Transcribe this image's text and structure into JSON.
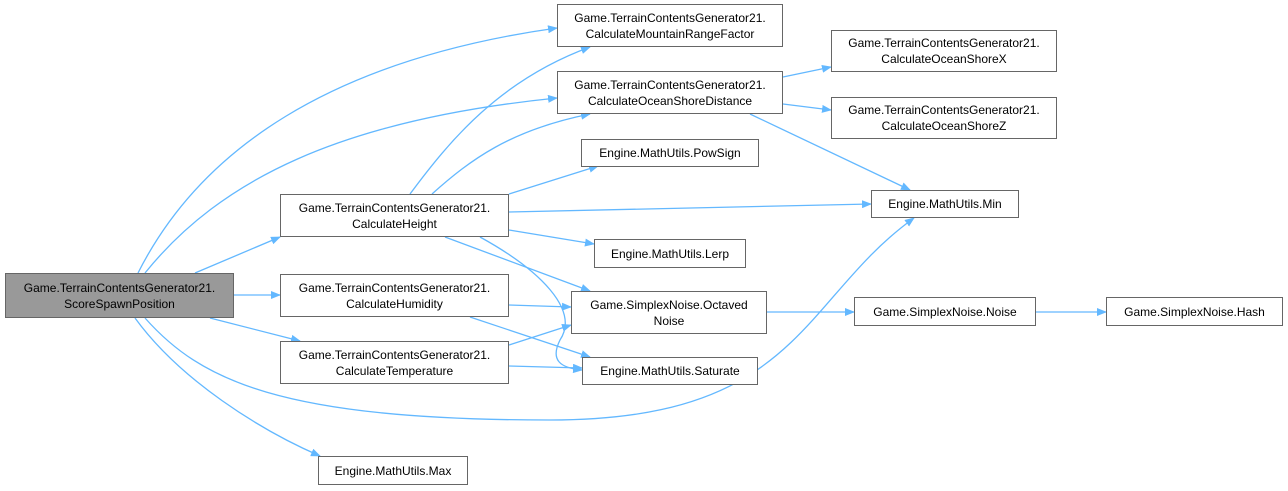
{
  "colors": {
    "edge": "#63b8ff",
    "root_fill": "#999999",
    "node_border": "#666666"
  },
  "nodes": {
    "root": {
      "line1": "Game.TerrainContentsGenerator21.",
      "line2": "ScoreSpawnPosition"
    },
    "height": {
      "line1": "Game.TerrainContentsGenerator21.",
      "line2": "CalculateHeight"
    },
    "humid": {
      "line1": "Game.TerrainContentsGenerator21.",
      "line2": "CalculateHumidity"
    },
    "temp": {
      "line1": "Game.TerrainContentsGenerator21.",
      "line2": "CalculateTemperature"
    },
    "max": {
      "line1": "Engine.MathUtils.Max"
    },
    "mount": {
      "line1": "Game.TerrainContentsGenerator21.",
      "line2": "CalculateMountainRangeFactor"
    },
    "ocean": {
      "line1": "Game.TerrainContentsGenerator21.",
      "line2": "CalculateOceanShoreDistance"
    },
    "pow": {
      "line1": "Engine.MathUtils.PowSign"
    },
    "lerp": {
      "line1": "Engine.MathUtils.Lerp"
    },
    "oct": {
      "line1": "Game.SimplexNoise.Octaved",
      "line2": "Noise"
    },
    "sat": {
      "line1": "Engine.MathUtils.Saturate"
    },
    "oceanx": {
      "line1": "Game.TerrainContentsGenerator21.",
      "line2": "CalculateOceanShoreX"
    },
    "oceanz": {
      "line1": "Game.TerrainContentsGenerator21.",
      "line2": "CalculateOceanShoreZ"
    },
    "min": {
      "line1": "Engine.MathUtils.Min"
    },
    "noise": {
      "line1": "Game.SimplexNoise.Noise"
    },
    "hash": {
      "line1": "Game.SimplexNoise.Hash"
    }
  },
  "edges": [
    [
      "root",
      "mount"
    ],
    [
      "root",
      "ocean"
    ],
    [
      "root",
      "height"
    ],
    [
      "root",
      "humid"
    ],
    [
      "root",
      "temp"
    ],
    [
      "root",
      "min"
    ],
    [
      "root",
      "max"
    ],
    [
      "height",
      "mount"
    ],
    [
      "height",
      "ocean"
    ],
    [
      "height",
      "pow"
    ],
    [
      "height",
      "min"
    ],
    [
      "height",
      "lerp"
    ],
    [
      "height",
      "oct"
    ],
    [
      "height",
      "sat"
    ],
    [
      "humid",
      "oct"
    ],
    [
      "humid",
      "sat"
    ],
    [
      "temp",
      "oct"
    ],
    [
      "temp",
      "sat"
    ],
    [
      "ocean",
      "oceanx"
    ],
    [
      "ocean",
      "oceanz"
    ],
    [
      "ocean",
      "min"
    ],
    [
      "oct",
      "noise"
    ],
    [
      "noise",
      "hash"
    ]
  ]
}
